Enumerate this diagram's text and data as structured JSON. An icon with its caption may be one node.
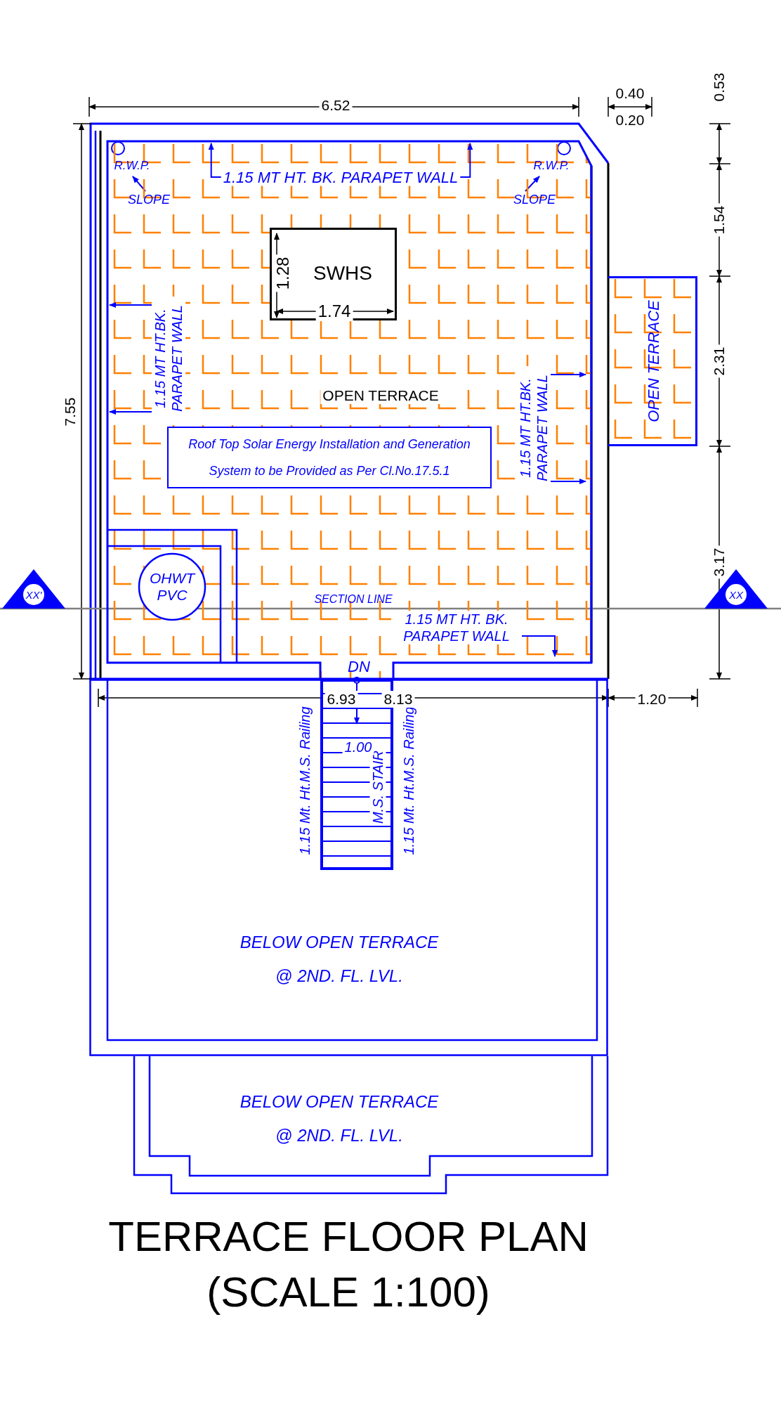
{
  "diagram": {
    "title": "TERRACE FLOOR PLAN",
    "caption": "(SCALE 1:100)",
    "nodes": [
      {
        "text": [
          "OPEN TERRACE"
        ]
      },
      {
        "text": [
          "SWHS"
        ],
        "in": 0
      },
      {
        "text": [
          "Roof Top Solar Energy Installation and Generation System to be Provided as Per Cl.No.17.5.1"
        ],
        "in": 0
      },
      {
        "text": [
          "OHWT PVC"
        ],
        "in": 0
      },
      {
        "text": [
          "OPEN TERRACE"
        ]
      },
      {
        "text": [
          "BELOW OPEN TERRACE @ 2ND. FL. LVL."
        ]
      },
      {
        "text": [
          "M.S. STAIR"
        ],
        "in": 5,
        "beside": [
          "DN",
          "1.15 Mt. Ht.M.S. Railing",
          "1.15 Mt. Ht.M.S. Railing"
        ]
      },
      {
        "text": [
          "BELOW OPEN TERRACE @ 2ND. FL. LVL."
        ]
      },
      {
        "text": [
          "1.15 MT HT. BK. PARAPET WALL"
        ],
        "in": 0
      },
      {
        "text": [
          "1.15 MT HT.BK. PARAPET WALL"
        ],
        "in": 0
      },
      {
        "text": [
          "1.15 MT HT.BK. PARAPET WALL"
        ],
        "in": 0
      },
      {
        "text": [
          "1.15 MT HT. BK. PARAPET WALL"
        ],
        "in": 0
      }
    ],
    "edges": [
      {
        "from": 8,
        "to": null,
        "arrow": "to"
      },
      {
        "from": 8,
        "to": null,
        "arrow": "to"
      },
      {
        "from": 9,
        "to": null,
        "arrow": "to"
      },
      {
        "from": 9,
        "to": null,
        "arrow": "to"
      },
      {
        "from": 10,
        "to": null,
        "arrow": "to"
      },
      {
        "from": 10,
        "to": null,
        "arrow": "to"
      },
      {
        "from": 11,
        "to": null,
        "arrow": "to"
      }
    ],
    "labels": [
      "6.52",
      "0.40",
      "0.20",
      "0.53",
      "R.W.P.",
      "R.W.P.",
      "SLOPE",
      "SLOPE",
      "1.54",
      "1.28",
      "1.74",
      "2.31",
      "7.55",
      "SECTION LINE",
      "XX'",
      "XX",
      "3.17",
      "6.93",
      "8.13",
      "1.20",
      "1.00"
    ]
  }
}
